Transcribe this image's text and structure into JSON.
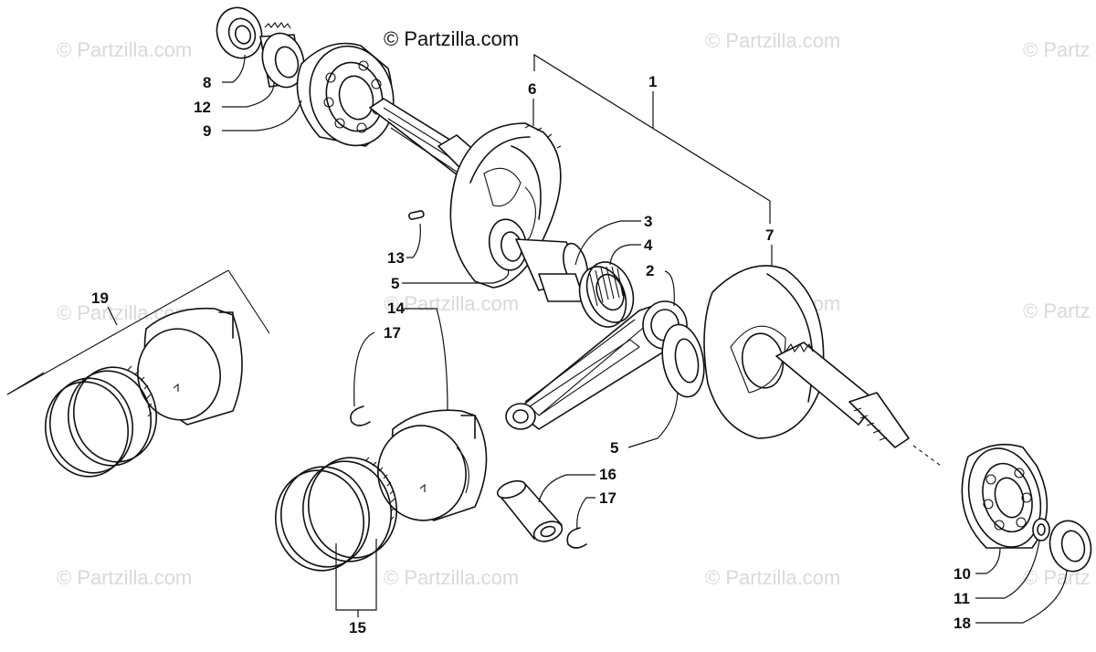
{
  "copyright": "© Partzilla.com",
  "watermark": "© Partzilla.com",
  "watermark_partial": "© Partz",
  "callouts": {
    "c1": "1",
    "c2": "2",
    "c3": "3",
    "c4": "4",
    "c5a": "5",
    "c5b": "5",
    "c6": "6",
    "c7": "7",
    "c8": "8",
    "c9": "9",
    "c10": "10",
    "c11": "11",
    "c12": "12",
    "c13": "13",
    "c14": "14",
    "c15": "15",
    "c16": "16",
    "c17a": "17",
    "c17b": "17",
    "c18": "18",
    "c19": "19"
  }
}
